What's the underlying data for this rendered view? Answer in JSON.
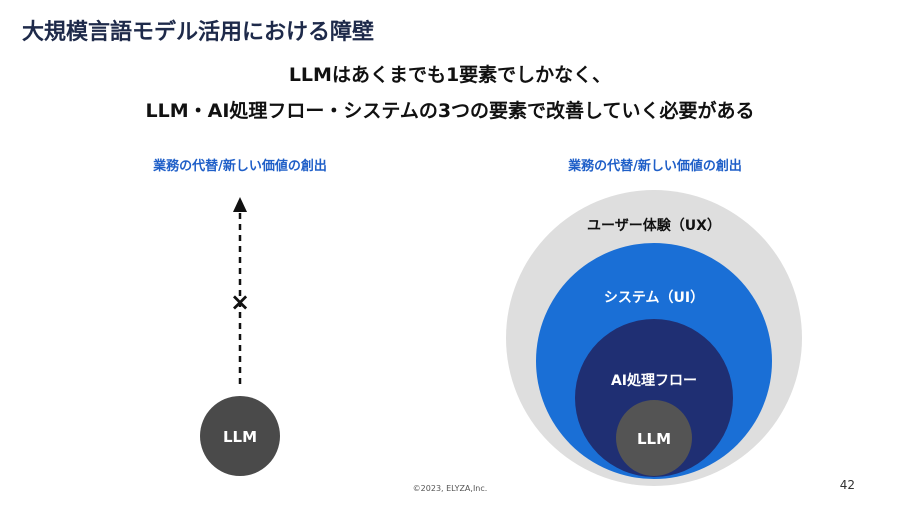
{
  "title": "大規模言語モデル活用における障壁",
  "subtitle": {
    "line1": "LLMはあくまでも1要素でしかなく、",
    "line2": "LLM・AI処理フロー・システムの3つの要素で改善していく必要がある"
  },
  "left_diagram": {
    "goal_label": "業務の代替/新しい価値の創出",
    "node_label": "LLM",
    "blocked_mark": "×"
  },
  "right_diagram": {
    "goal_label": "業務の代替/新しい価値の創出",
    "layers": [
      {
        "label": "ユーザー体験（UX）",
        "color": "#dedede"
      },
      {
        "label": "システム（UI）",
        "color": "#1a6fd6"
      },
      {
        "label": "AI処理フロー",
        "color": "#1f2f73"
      },
      {
        "label": "LLM",
        "color": "#545454"
      }
    ]
  },
  "colors": {
    "title": "#1e2a4a",
    "accent": "#1f5fc8",
    "llm_node": "#4a4a4a"
  },
  "footer": {
    "copyright": "©2023, ELYZA,Inc.",
    "page_number": "42"
  }
}
